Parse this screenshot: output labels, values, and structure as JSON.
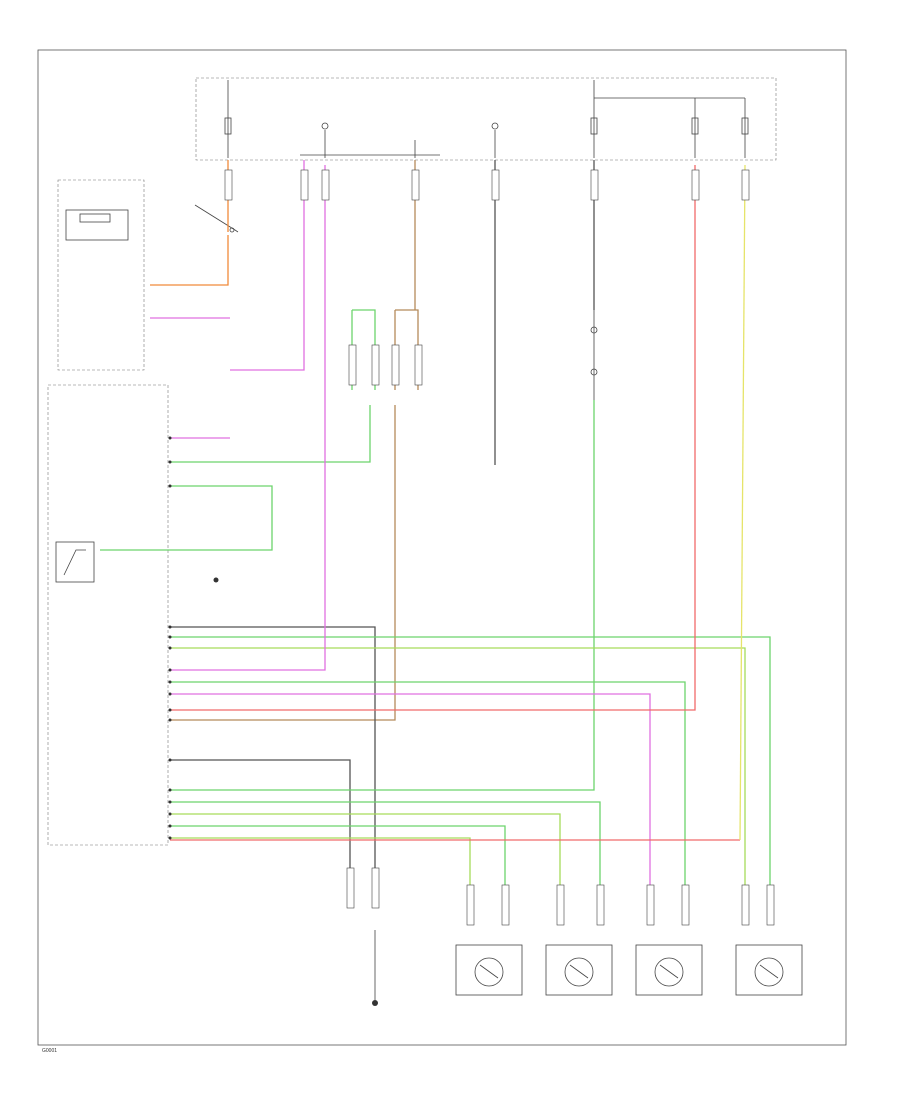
{
  "diagram": {
    "footer_code": "G0001"
  },
  "colors": {
    "orange": "#f08a3a",
    "pink": "#e070e0",
    "green": "#6cd46c",
    "tan": "#b58a5a",
    "yellow": "#e6e46a",
    "gray": "#555555",
    "red": "#f06a6a",
    "lime": "#a6dc5a"
  },
  "connectors": [
    {
      "id": "c1"
    },
    {
      "id": "c2"
    },
    {
      "id": "c3"
    },
    {
      "id": "c4"
    },
    {
      "id": "c5"
    },
    {
      "id": "c6"
    },
    {
      "id": "c7"
    },
    {
      "id": "c8"
    },
    {
      "id": "c9"
    },
    {
      "id": "c10"
    },
    {
      "id": "c11"
    },
    {
      "id": "c12"
    },
    {
      "id": "c13"
    },
    {
      "id": "c14"
    },
    {
      "id": "c15"
    },
    {
      "id": "c16"
    },
    {
      "id": "c17"
    },
    {
      "id": "c18"
    },
    {
      "id": "c19"
    },
    {
      "id": "c20"
    }
  ],
  "sensors": [
    {
      "id": "s1"
    },
    {
      "id": "s2"
    },
    {
      "id": "s3"
    },
    {
      "id": "s4"
    }
  ]
}
